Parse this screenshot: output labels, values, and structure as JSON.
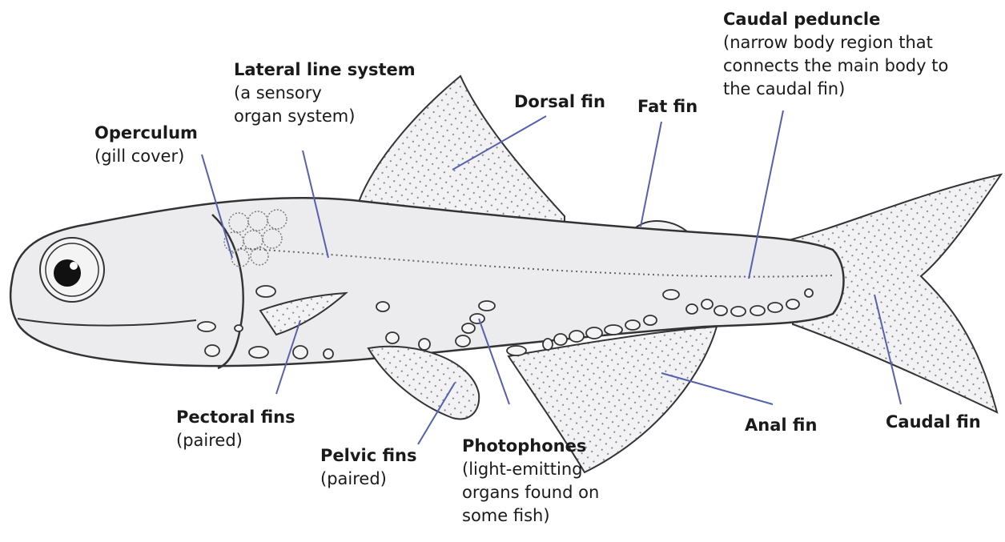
{
  "diagram": {
    "subject": "fish anatomy",
    "colors": {
      "body_fill": "#ececee",
      "outline": "#333333",
      "fin_fill": "#f2f2f4",
      "leader_line": "#5560b0",
      "text": "#1a1a1a"
    },
    "labels": {
      "operculum": {
        "title": "Operculum",
        "sub": "(gill cover)"
      },
      "lateral_line": {
        "title": "Lateral line system",
        "sub1": "(a sensory",
        "sub2": "organ system)"
      },
      "dorsal_fin": {
        "title": "Dorsal fin"
      },
      "fat_fin": {
        "title": "Fat fin"
      },
      "caudal_peduncle": {
        "title": "Caudal peduncle",
        "sub1": "(narrow body region that",
        "sub2": "connects the main body to",
        "sub3": "the caudal fin)"
      },
      "pectoral_fins": {
        "title": "Pectoral fins",
        "sub": "(paired)"
      },
      "pelvic_fins": {
        "title": "Pelvic fins",
        "sub": "(paired)"
      },
      "photophones": {
        "title": "Photophones",
        "sub1": "(light-emitting",
        "sub2": "organs found on",
        "sub3": "some fish)"
      },
      "anal_fin": {
        "title": "Anal fin"
      },
      "caudal_fin": {
        "title": "Caudal fin"
      }
    }
  }
}
